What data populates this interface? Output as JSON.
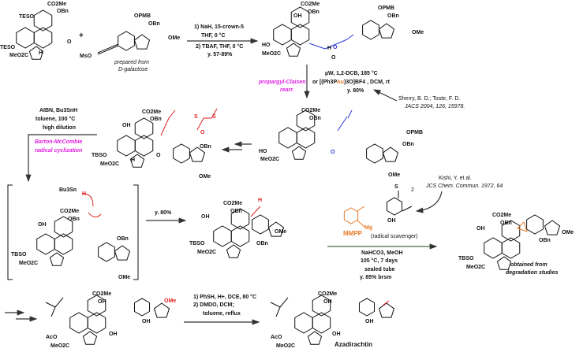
{
  "step1": {
    "plus": "+",
    "line1": "1) NaH, 15-crown-5",
    "line2": "THF, 0 °C",
    "line3": "2) TBAF, THF, 0 °C",
    "line4": "y. 57-89%"
  },
  "sm2_note": {
    "line1": "prepared from",
    "line2": "D-galactose"
  },
  "step2": {
    "line1": "µW, 1,2-DCB, 185 °C",
    "line2a": "or [(Ph3P",
    "line2b": "Au",
    "line2c": ")3O]BF4 , DCM,  rt",
    "line3": "y. 80%",
    "name1": "propargyl-Claisen",
    "name2": "rearr."
  },
  "ref_sherry": {
    "line1": "Sherry, B. D.; Toste, F. D.",
    "line2": "JACS 2004, 126, 15978."
  },
  "step3": {
    "line1": "AIBN, Bu3SnH",
    "line2": "toluene, 100 °C",
    "line3": "high dilution",
    "name1": "Barton-McCombie",
    "name2": "radical cyclization"
  },
  "step4": {
    "yield": "y. 80%",
    "radical": "Bu3Sn",
    "h": "H"
  },
  "step5": {
    "mmpp": "MMPP",
    "mg": "Mg",
    "scavenger": "(radical scavenger)",
    "line1": "NaHCO3, MeOH",
    "line2": "105 °C, 7 days",
    "line3": "sealed tube",
    "line4": "y. 85% brsm",
    "sub2": "2"
  },
  "ref_kishi": {
    "line1": "Kishi, Y. et al.",
    "line2": "JCS Chem. Commun. 1972, 64"
  },
  "degradation_note": {
    "line1": "obtained from",
    "line2": "degradation studies"
  },
  "step6": {
    "line1": "1) PhSH, H+, DCE, 80 °C",
    "line2": "2) DMDO, DCM;",
    "line3": "toluene, reflux"
  },
  "product_name": "Azadirachtin",
  "labels": {
    "co2me": "CO2Me",
    "obn": "OBn",
    "teso": "TESO",
    "meo2c": "MeO2C",
    "h": "H",
    "o": "O",
    "opmb": "OPMB",
    "ome": "OMe",
    "mso": "MsO",
    "ho": "HO",
    "oh": "OH",
    "tbso": "TBSO",
    "aco": "AcO",
    "s": "S"
  },
  "colors": {
    "magenta": "#e020e0",
    "red": "#e02020",
    "blue": "#2a3ad8",
    "orange": "#e87a2a"
  }
}
